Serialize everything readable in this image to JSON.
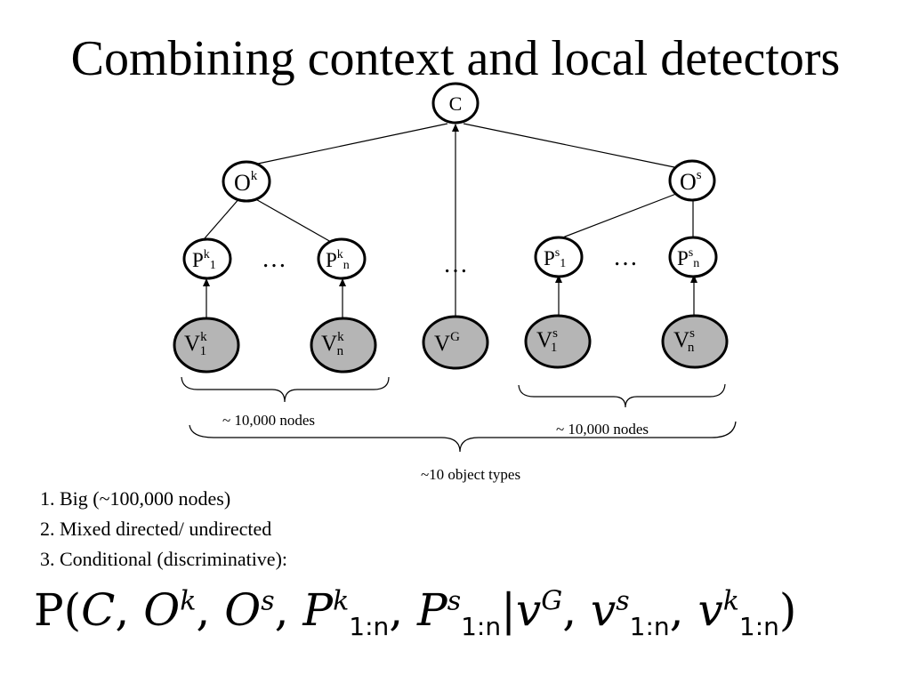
{
  "slide": {
    "title": "Combining context and local detectors"
  },
  "diagram": {
    "nodes": {
      "C": {
        "base": "C",
        "sup": "",
        "sub": ""
      },
      "Ok": {
        "base": "O",
        "sup": "k",
        "sub": ""
      },
      "Os": {
        "base": "O",
        "sup": "s",
        "sub": ""
      },
      "Pk1": {
        "base": "P",
        "sup": "k",
        "sub": "1"
      },
      "Pkn": {
        "base": "P",
        "sup": "k",
        "sub": "n"
      },
      "Ps1": {
        "base": "P",
        "sup": "s",
        "sub": "1"
      },
      "Psn": {
        "base": "P",
        "sup": "s",
        "sub": "n"
      },
      "Vk1": {
        "base": "V",
        "sup": "k",
        "sub": "1"
      },
      "Vkn": {
        "base": "V",
        "sup": "k",
        "sub": "n"
      },
      "VG": {
        "base": "V",
        "sup": "G",
        "sub": ""
      },
      "Vs1": {
        "base": "V",
        "sup": "s",
        "sub": "1"
      },
      "Vsn": {
        "base": "V",
        "sup": "s",
        "sub": "n"
      }
    },
    "ellipsis": "…",
    "brace_labels": {
      "k_group": "~ 10,000 nodes",
      "s_group": "~ 10,000 nodes",
      "all": "~10 object types"
    },
    "colors": {
      "observed_fill": "#b5b5b5",
      "hidden_fill": "#ffffff",
      "stroke": "#000000"
    }
  },
  "list": {
    "item1": "1. Big (~100,000 nodes)",
    "item2": "2. Mixed directed/ undirected",
    "item3": "3. Conditional (discriminative):"
  },
  "formula": {
    "text": "P(C, O^k, O^s, P^k_{1:n}, P^s_{1:n} | v^G, v^s_{1:n}, v^k_{1:n})"
  }
}
